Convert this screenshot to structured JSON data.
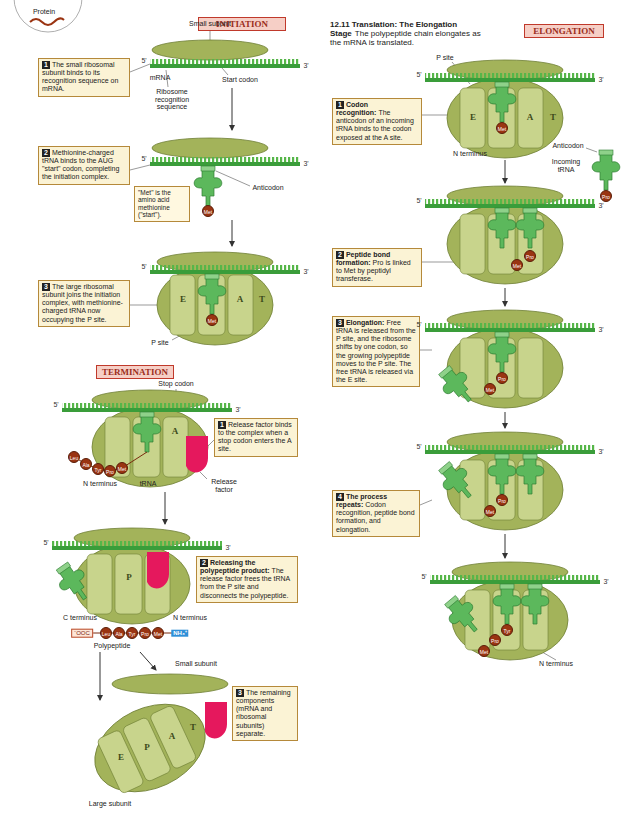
{
  "diagram": {
    "title": "12.11 Translation: The Elongation Stage",
    "caption": "The polypeptide chain elongates as the mRNA is translated.",
    "nodes": [
      {
        "text": [
          "INITIATION"
        ]
      },
      {
        "text": [
          "1",
          "The small ribosomal subunit binds to its recognition sequence on mRNA."
        ]
      },
      {
        "text": [
          "2",
          "Methionine-charged tRNA binds to the AUG \"start\" codon, completing the initiation complex."
        ]
      },
      {
        "text": [
          "\"Met\" is the amino acid methionine (\"start\")."
        ]
      },
      {
        "text": [
          "3",
          "The large ribosomal subunit joins the initiation complex, with methionine-charged tRNA now occupying the P site."
        ]
      },
      {
        "text": [
          "TERMINATION"
        ]
      },
      {
        "text": [
          "1",
          "Release factor binds to the complex when a stop codon enters the A site."
        ]
      },
      {
        "text": [
          "2",
          "Releasing the polypeptide product:",
          "The release factor frees the tRNA from the P site and disconnects the polypeptide."
        ]
      },
      {
        "text": [
          "3",
          "The remaining components (mRNA and ribosomal subunits) separate."
        ]
      },
      {
        "text": [
          "ELONGATION"
        ]
      },
      {
        "text": [
          "1",
          "Codon recognition:",
          "The anticodon of an incoming tRNA binds to the codon exposed at the A site."
        ]
      },
      {
        "text": [
          "2",
          "Peptide bond formation:",
          "Pro is linked to Met by peptidyl transferase."
        ]
      },
      {
        "text": [
          "3",
          "Elongation:",
          "Free tRNA is released from the P site, and the ribosome shifts by one codon, so the growing polypeptide moves to the P site. The free tRNA is released via the E site."
        ]
      },
      {
        "text": [
          "4",
          "The process repeats:",
          "Codon recognition, peptide bond formation, and elongation."
        ]
      }
    ],
    "labels": [
      "Protein",
      "Small subunit",
      "5'",
      "3'",
      "mRNA",
      "Start codon",
      "Ribosome recognition sequence",
      "5'",
      "3'",
      "Anticodon",
      "Met",
      "5'",
      "3'",
      "E",
      "A",
      "T",
      "P site",
      "Met",
      "Stop codon",
      "5'",
      "3'",
      "A",
      "Leu",
      "Ala",
      "Tyr",
      "Pro",
      "Met",
      "tRNA",
      "Release factor",
      "N terminus",
      "5'",
      "3'",
      "P",
      "C terminus",
      "N terminus",
      "⁻OOC",
      "Leu",
      "Ala",
      "Tyr",
      "Pro",
      "Met",
      "NH₃⁺",
      "Polypeptide",
      "Small subunit",
      "E",
      "P",
      "A",
      "T",
      "Large subunit",
      "P site",
      "5'",
      "3'",
      "E",
      "A",
      "T",
      "Met",
      "N terminus",
      "Anticodon",
      "Incoming tRNA",
      "Pro",
      "5'",
      "3'",
      "Pro",
      "Met",
      "5'",
      "3'",
      "Pro",
      "Met",
      "5'",
      "3'",
      "Pro",
      "Met",
      "5'",
      "3'",
      "Tyr",
      "Pro",
      "Met",
      "N terminus"
    ]
  }
}
